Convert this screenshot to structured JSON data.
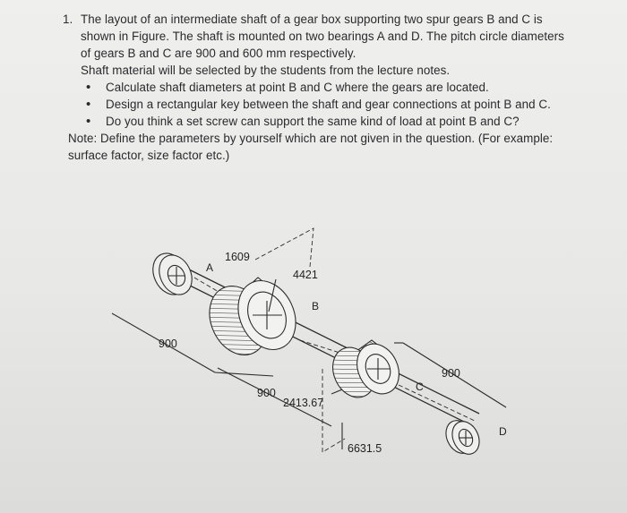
{
  "question": {
    "number": "1.",
    "intro": "The layout of an intermediate shaft of a gear box supporting two spur gears B and C is shown in Figure. The shaft is mounted on two bearings A and D. The pitch circle diameters of gears B and C are 900 and 600 mm respectively.",
    "material": "Shaft material will be selected by the students from the lecture notes.",
    "tasks": [
      "Calculate shaft diameters at point B and C where the gears are located.",
      "Design a rectangular key between the shaft and gear connections at point B and C.",
      "Do you think a set screw can support the same kind of load at point B and C?"
    ],
    "note": "Note: Define the parameters by yourself which are not given in the question. (For example: surface factor, size factor etc.)"
  },
  "figure": {
    "labels": {
      "A": "A",
      "B": "B",
      "C": "C",
      "D": "D"
    },
    "dimensions": {
      "left_span": "900",
      "middle_span": "900",
      "right_span": "900"
    },
    "forces": {
      "f1609": "1609",
      "f4421": "4421",
      "f2413": "2413.67",
      "f6631": "6631.5"
    },
    "colors": {
      "line": "#2b2b2b",
      "paper": "#ebebe9"
    }
  }
}
